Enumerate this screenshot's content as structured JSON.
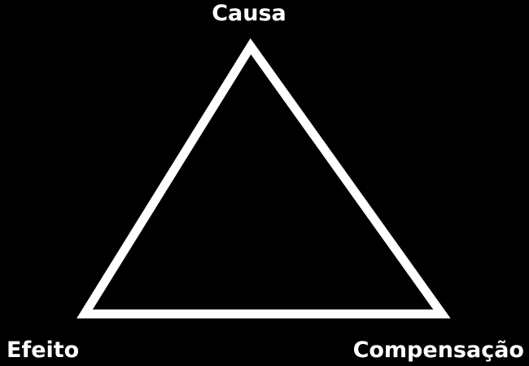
{
  "diagram": {
    "background_color": "#000000",
    "stroke_color": "#ffffff",
    "text_color": "#ffffff",
    "vertices": {
      "top": "Causa",
      "bottom_left": "Efeito",
      "bottom_right": "Compensação"
    }
  }
}
